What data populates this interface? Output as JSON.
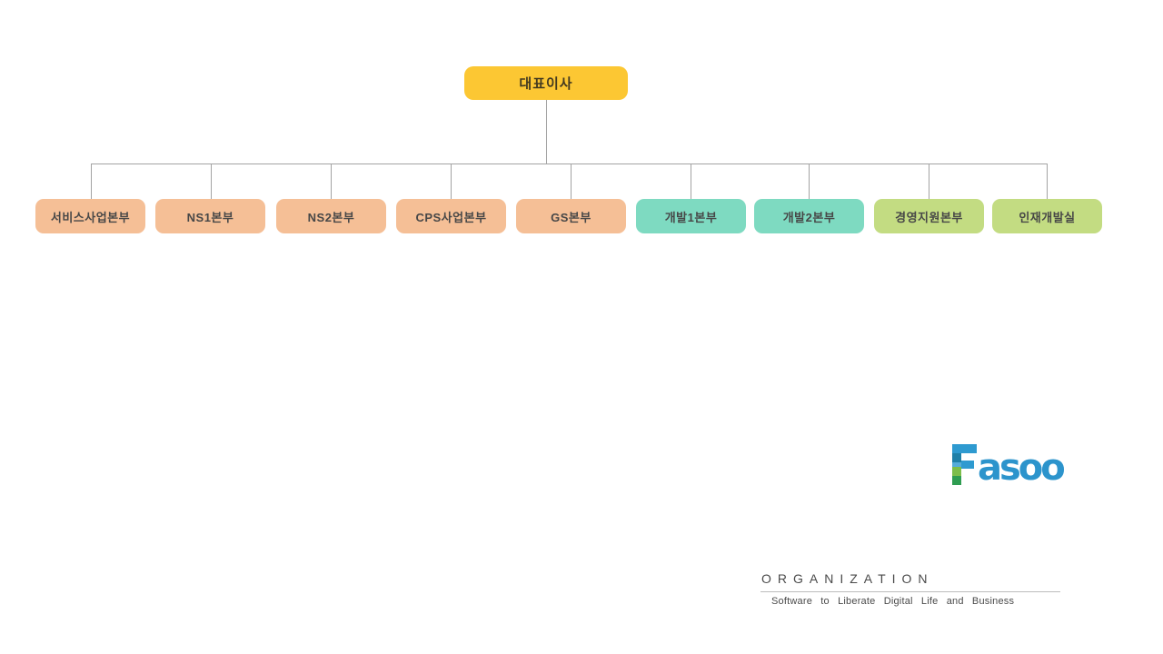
{
  "org_chart": {
    "root": {
      "label": "대표이사",
      "color": "#FCC733"
    },
    "departments": [
      {
        "label": "서비스사업본부",
        "color": "#F5BF96"
      },
      {
        "label": "NS1본부",
        "color": "#F5BF96"
      },
      {
        "label": "NS2본부",
        "color": "#F5BF96"
      },
      {
        "label": "CPS사업본부",
        "color": "#F5BF96"
      },
      {
        "label": "GS본부",
        "color": "#F5BF96"
      },
      {
        "label": "개발1본부",
        "color": "#7EDAC1"
      },
      {
        "label": "개발2본부",
        "color": "#7EDAC1"
      },
      {
        "label": "경영지원본부",
        "color": "#C3DC82"
      },
      {
        "label": "인재개발실",
        "color": "#C3DC82"
      }
    ],
    "connector_color": "#A3A3A3"
  },
  "logo": {
    "text": "Fasoo",
    "wordmark_rest": "asoo",
    "colors": {
      "blue": "#2E9AD0",
      "dark_teal": "#1F80A8",
      "light_blue": "#55ACD9",
      "light_green": "#7DBE4A",
      "green": "#2F9D51",
      "text_blue": "#2C94CC"
    }
  },
  "footer": {
    "title": "ORGANIZATION",
    "tagline": "Software to Liberate Digital Life and Business",
    "text_color": "#4A4A4A",
    "line_color": "#BDBDBD"
  }
}
